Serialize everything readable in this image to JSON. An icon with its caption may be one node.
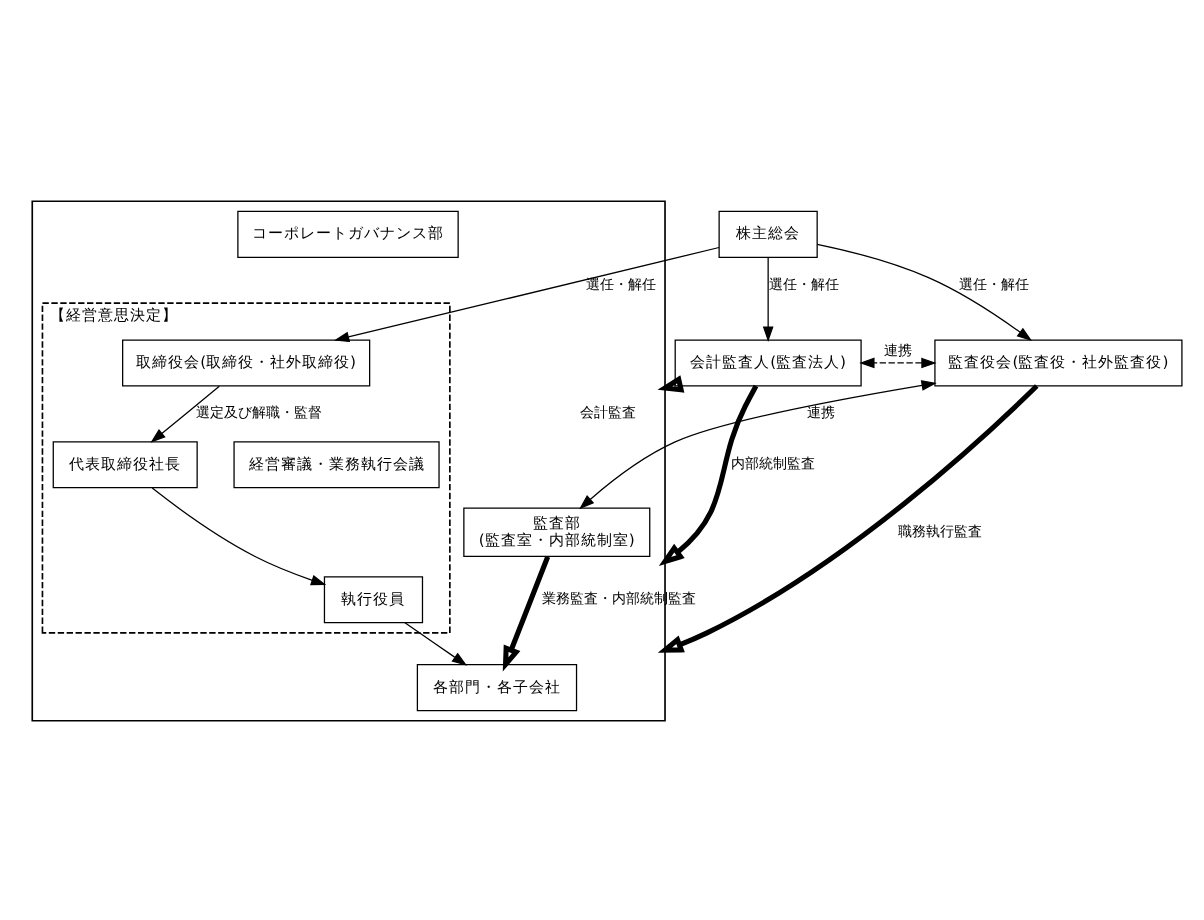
{
  "diagram": {
    "nodes": [
      {
        "text": [
          "株主総会"
        ]
      },
      {
        "text": [
          "監査役会(監査役・社外監査役)"
        ]
      },
      {
        "text": [],
        "shape": "box"
      },
      {
        "text": [
          "監査部",
          "(監査室・内部統制室)"
        ],
        "in": 2
      },
      {
        "text": [
          "【経営意思決定】"
        ],
        "in": 2
      },
      {
        "text": [
          "取締役会(取締役・社外取締役)"
        ],
        "in": 4
      },
      {
        "text": [
          "代表取締役社長"
        ],
        "in": 4
      },
      {
        "text": [
          "経営審議・業務執行会議"
        ],
        "in": 4
      },
      {
        "text": [
          "執行役員"
        ],
        "in": 4
      },
      {
        "text": [
          "コーポレートガバナンス部"
        ],
        "in": 2
      },
      {
        "text": [
          "各部門・各子会社"
        ],
        "in": 2
      },
      {
        "text": [
          "会計監査人(監査法人)"
        ]
      }
    ],
    "edges": [
      {
        "from": 0,
        "to": 1,
        "arrow": "to",
        "label": "選任・解任"
      },
      {
        "from": 0,
        "to": 5,
        "arrow": "to",
        "label": "選任・解任"
      },
      {
        "from": 0,
        "to": 11,
        "arrow": "to",
        "label": "選任・解任"
      },
      {
        "from": 5,
        "to": 6,
        "arrow": "to",
        "label": "選定及び解職・監督"
      },
      {
        "from": 6,
        "to": 8,
        "arrow": "to"
      },
      {
        "from": 8,
        "to": 10,
        "arrow": "to"
      },
      {
        "from": 1,
        "to": 2,
        "arrow": "to",
        "label": "職務執行監査",
        "style": "thick"
      },
      {
        "from": 1,
        "to": 3,
        "arrow": "both",
        "label": "連携"
      },
      {
        "from": 11,
        "to": 2,
        "arrow": "to",
        "label": "会計監査",
        "style": "thick"
      },
      {
        "from": 11,
        "to": 2,
        "arrow": "to",
        "label": "内部統制監査",
        "style": "thick"
      },
      {
        "from": 3,
        "to": 10,
        "arrow": "to",
        "label": "業務監査・内部統制監査",
        "style": "thick"
      },
      {
        "from": 1,
        "to": 11,
        "arrow": "both",
        "label": "連携",
        "style": "dashed"
      }
    ]
  }
}
